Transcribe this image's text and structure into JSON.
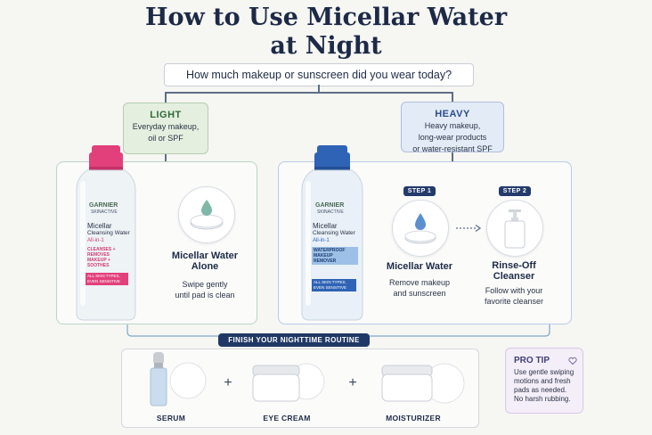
{
  "title_lines": [
    "How to Use Micellar Water",
    "at Night"
  ],
  "question": "How much makeup or sunscreen did you wear today?",
  "light": {
    "label": "LIGHT",
    "desc_lines": [
      "Everyday makeup,",
      "oil or SPF"
    ],
    "bottle": {
      "brand": "GARNIER",
      "sub": "SKINACTIVE",
      "name_lines": [
        "Micellar",
        "Cleansing Water"
      ],
      "variant": "All-in-1",
      "claims": "CLEANSES + REMOVES MAKEUP + SOOTHES",
      "badge": "ALL SKIN TYPES, EVEN SENSITIVE"
    },
    "step_title_lines": [
      "Micellar Water",
      "Alone"
    ],
    "step_desc_lines": [
      "Swipe gently",
      "until pad is clean"
    ]
  },
  "heavy": {
    "label": "HEAVY",
    "desc_lines": [
      "Heavy makeup,",
      "long-wear products",
      "or water-resistant SPF"
    ],
    "bottle": {
      "brand": "GARNIER",
      "sub": "SKINACTIVE",
      "name_lines": [
        "Micellar",
        "Cleansing Water"
      ],
      "variant": "All-in-1",
      "claims": "WATERPROOF MAKEUP REMOVER",
      "badge": "ALL SKIN TYPES, EVEN SENSITIVE"
    },
    "step1": {
      "badge": "STEP 1",
      "title": "Micellar Water",
      "desc_lines": [
        "Remove makeup",
        "and sunscreen"
      ]
    },
    "step2": {
      "badge": "STEP 2",
      "title_lines": [
        "Rinse-Off",
        "Cleanser"
      ],
      "desc_lines": [
        "Follow with your",
        "favorite cleanser"
      ]
    }
  },
  "routine": {
    "badge": "FINISH YOUR NIGHTTIME ROUTINE",
    "products": [
      "SERUM",
      "EYE CREAM",
      "MOISTURIZER"
    ],
    "plus": "+"
  },
  "tip": {
    "title": "PRO TIP",
    "body_lines": [
      "Use gentle swiping",
      "motions and fresh",
      "pads as needed.",
      "No harsh rubbing."
    ]
  },
  "colors": {
    "navy": "#1d2a47",
    "light_green": "#e4efdf",
    "heavy_blue": "#e3ebf7",
    "pink_cap": "#e2407a",
    "blue_cap": "#2f63b5"
  }
}
